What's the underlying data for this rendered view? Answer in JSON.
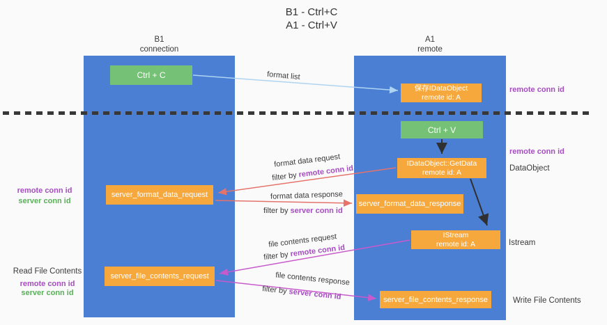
{
  "title": {
    "line1": "B1 - Ctrl+C",
    "line2": "A1 - Ctrl+V"
  },
  "lanes": {
    "left": {
      "name": "B1",
      "role": "connection"
    },
    "right": {
      "name": "A1",
      "role": "remote"
    }
  },
  "boxes": {
    "ctrl_c": {
      "label": "Ctrl + C"
    },
    "ctrl_v": {
      "label": "Ctrl + V"
    },
    "save_idataobject": {
      "line1": "保存IDataObject",
      "line2": "remote id: A"
    },
    "getdata": {
      "line1": "IDataObject::GetData",
      "line2": "remote id: A"
    },
    "istream": {
      "line1": "IStream",
      "line2": "remote id: A"
    },
    "format_request": {
      "label": "server_format_data_request"
    },
    "format_response": {
      "label": "server_format_data_response"
    },
    "file_request": {
      "label": "server_file_contents_request"
    },
    "file_response": {
      "label": "server_file_contents_response"
    }
  },
  "terms": {
    "remote_conn_id": "remote conn id",
    "server_conn_id": "server conn id",
    "filter_by": "filter by "
  },
  "annotations": {
    "data_object": "DataObject",
    "istream": "Istream",
    "read_file_contents": "Read File Contents",
    "write_file_contents": "Write File Contents"
  },
  "arrow_labels": {
    "format_list": "format list",
    "format_data_request": "format data request",
    "format_data_response": "format data response",
    "file_contents_request": "file contents request",
    "file_contents_response": "file contents response"
  },
  "colors": {
    "lane_blue": "#4a7fd4",
    "box_green": "#75c175",
    "box_orange": "#f7a83c",
    "purple_text": "#a64dc1",
    "green_text": "#58b158",
    "arrow_light_blue": "#aed4f2",
    "arrow_red": "#e5736c",
    "arrow_magenta": "#c75bcb",
    "arrow_black": "#303030"
  }
}
